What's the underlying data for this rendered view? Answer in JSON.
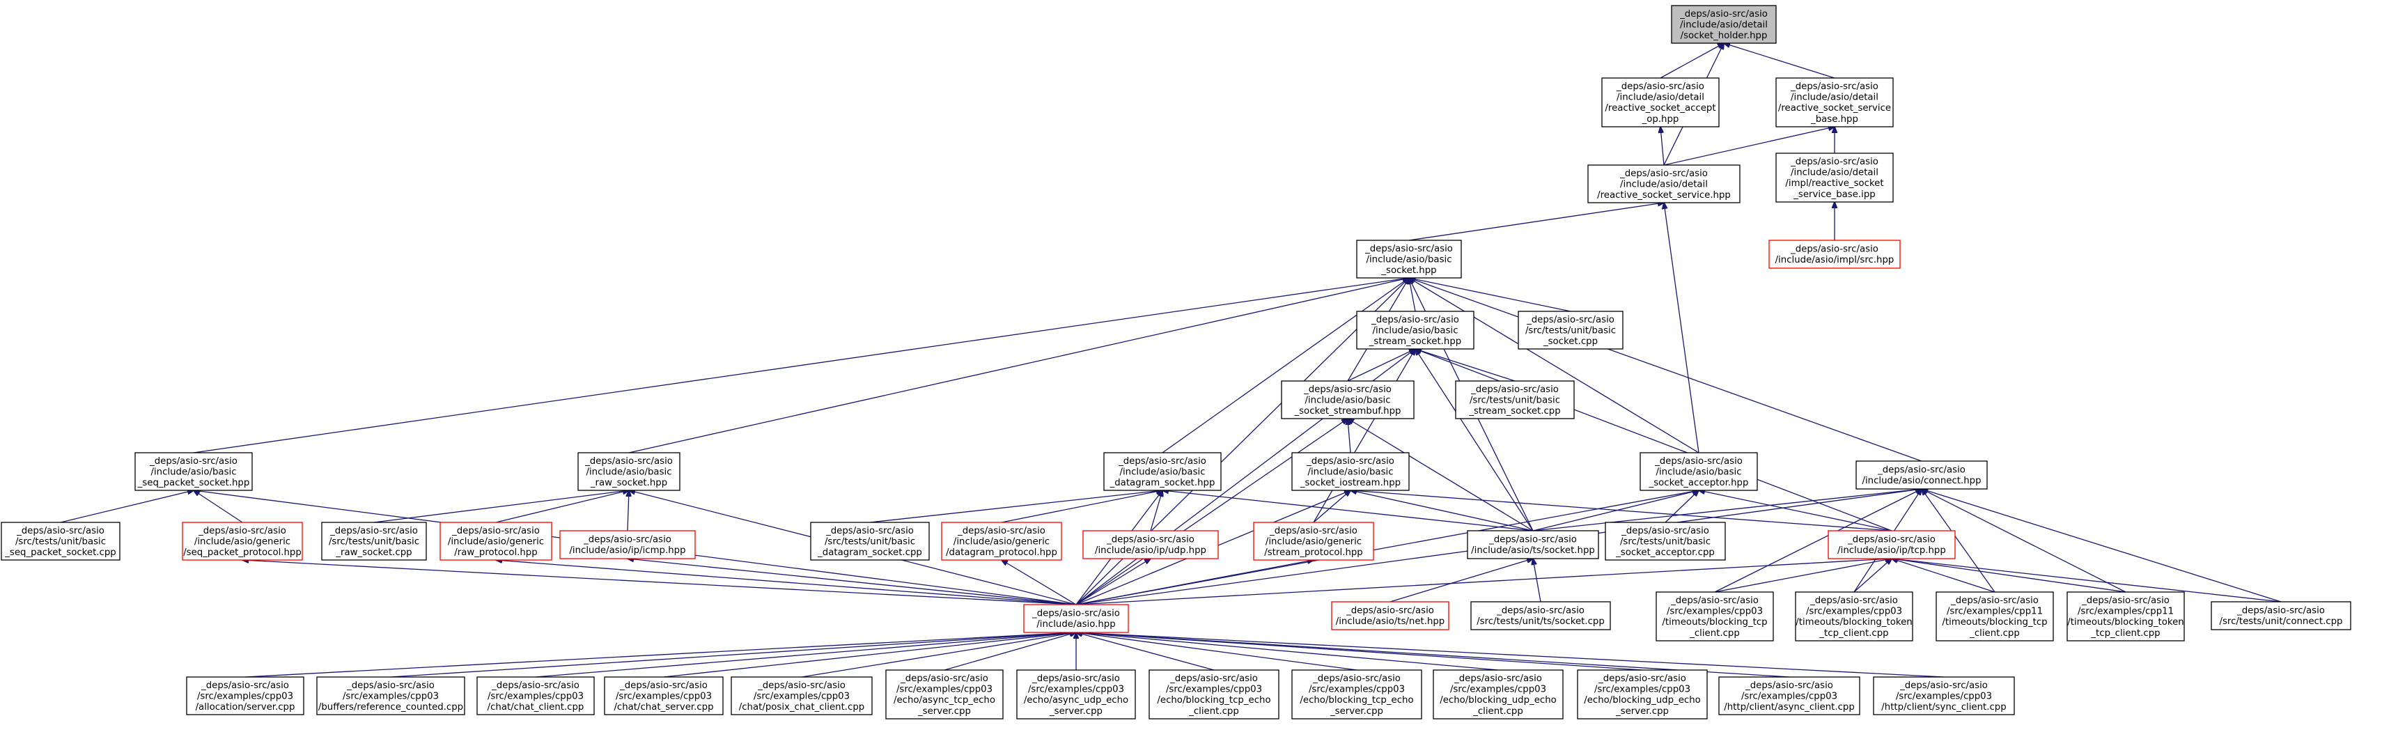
{
  "title": "",
  "colors": {
    "edge": "#191970",
    "node_border": "#000000",
    "truncated_border": "#ff0000",
    "root_fill": "#bfbfbf",
    "background": "#ffffff"
  },
  "nodes": {
    "socket_holder": {
      "lines": [
        "_deps/asio-src/asio",
        "/include/asio/detail",
        "/socket_holder.hpp"
      ],
      "style": "root"
    },
    "reactive_socket_accept_op": {
      "lines": [
        "_deps/asio-src/asio",
        "/include/asio/detail",
        "/reactive_socket_accept",
        "_op.hpp"
      ],
      "style": "normal"
    },
    "reactive_socket_service_base": {
      "lines": [
        "_deps/asio-src/asio",
        "/include/asio/detail",
        "/reactive_socket_service",
        "_base.hpp"
      ],
      "style": "normal"
    },
    "reactive_socket_service": {
      "lines": [
        "_deps/asio-src/asio",
        "/include/asio/detail",
        "/reactive_socket_service.hpp"
      ],
      "style": "normal"
    },
    "impl_reactive_socket_service_base": {
      "lines": [
        "_deps/asio-src/asio",
        "/include/asio/detail",
        "/impl/reactive_socket",
        "_service_base.ipp"
      ],
      "style": "normal"
    },
    "impl_src": {
      "lines": [
        "_deps/asio-src/asio",
        "/include/asio/impl/src.hpp"
      ],
      "style": "truncated"
    },
    "basic_socket": {
      "lines": [
        "_deps/asio-src/asio",
        "/include/asio/basic",
        "_socket.hpp"
      ],
      "style": "normal"
    },
    "basic_stream_socket": {
      "lines": [
        "_deps/asio-src/asio",
        "/include/asio/basic",
        "_stream_socket.hpp"
      ],
      "style": "normal"
    },
    "tests_basic_socket": {
      "lines": [
        "_deps/asio-src/asio",
        "/src/tests/unit/basic",
        "_socket.cpp"
      ],
      "style": "normal"
    },
    "basic_socket_streambuf": {
      "lines": [
        "_deps/asio-src/asio",
        "/include/asio/basic",
        "_socket_streambuf.hpp"
      ],
      "style": "normal"
    },
    "tests_basic_stream_socket": {
      "lines": [
        "_deps/asio-src/asio",
        "/src/tests/unit/basic",
        "_stream_socket.cpp"
      ],
      "style": "normal"
    },
    "basic_seq_packet_socket": {
      "lines": [
        "_deps/asio-src/asio",
        "/include/asio/basic",
        "_seq_packet_socket.hpp"
      ],
      "style": "normal"
    },
    "basic_raw_socket": {
      "lines": [
        "_deps/asio-src/asio",
        "/include/asio/basic",
        "_raw_socket.hpp"
      ],
      "style": "normal"
    },
    "basic_datagram_socket": {
      "lines": [
        "_deps/asio-src/asio",
        "/include/asio/basic",
        "_datagram_socket.hpp"
      ],
      "style": "normal"
    },
    "basic_socket_iostream": {
      "lines": [
        "_deps/asio-src/asio",
        "/include/asio/basic",
        "_socket_iostream.hpp"
      ],
      "style": "normal"
    },
    "basic_socket_acceptor": {
      "lines": [
        "_deps/asio-src/asio",
        "/include/asio/basic",
        "_socket_acceptor.hpp"
      ],
      "style": "normal"
    },
    "connect": {
      "lines": [
        "_deps/asio-src/asio",
        "/include/asio/connect.hpp"
      ],
      "style": "normal"
    },
    "tests_basic_seq_packet_socket": {
      "lines": [
        "_deps/asio-src/asio",
        "/src/tests/unit/basic",
        "_seq_packet_socket.cpp"
      ],
      "style": "normal"
    },
    "generic_seq_packet_protocol": {
      "lines": [
        "_deps/asio-src/asio",
        "/include/asio/generic",
        "/seq_packet_protocol.hpp"
      ],
      "style": "truncated"
    },
    "tests_basic_raw_socket": {
      "lines": [
        "_deps/asio-src/asio",
        "/src/tests/unit/basic",
        "_raw_socket.cpp"
      ],
      "style": "normal"
    },
    "generic_raw_protocol": {
      "lines": [
        "_deps/asio-src/asio",
        "/include/asio/generic",
        "/raw_protocol.hpp"
      ],
      "style": "truncated"
    },
    "ip_icmp": {
      "lines": [
        "_deps/asio-src/asio",
        "/include/asio/ip/icmp.hpp"
      ],
      "style": "truncated"
    },
    "tests_basic_datagram_socket": {
      "lines": [
        "_deps/asio-src/asio",
        "/src/tests/unit/basic",
        "_datagram_socket.cpp"
      ],
      "style": "normal"
    },
    "generic_datagram_protocol": {
      "lines": [
        "_deps/asio-src/asio",
        "/include/asio/generic",
        "/datagram_protocol.hpp"
      ],
      "style": "truncated"
    },
    "ip_udp": {
      "lines": [
        "_deps/asio-src/asio",
        "/include/asio/ip/udp.hpp"
      ],
      "style": "truncated"
    },
    "generic_stream_protocol": {
      "lines": [
        "_deps/asio-src/asio",
        "/include/asio/generic",
        "/stream_protocol.hpp"
      ],
      "style": "truncated"
    },
    "ts_socket": {
      "lines": [
        "_deps/asio-src/asio",
        "/include/asio/ts/socket.hpp"
      ],
      "style": "normal"
    },
    "tests_basic_socket_acceptor": {
      "lines": [
        "_deps/asio-src/asio",
        "/src/tests/unit/basic",
        "_socket_acceptor.cpp"
      ],
      "style": "normal"
    },
    "ip_tcp": {
      "lines": [
        "_deps/asio-src/asio",
        "/include/asio/ip/tcp.hpp"
      ],
      "style": "truncated"
    },
    "asio": {
      "lines": [
        "_deps/asio-src/asio",
        "/include/asio.hpp"
      ],
      "style": "truncated"
    },
    "ts_net": {
      "lines": [
        "_deps/asio-src/asio",
        "/include/asio/ts/net.hpp"
      ],
      "style": "truncated"
    },
    "tests_ts_socket": {
      "lines": [
        "_deps/asio-src/asio",
        "/src/tests/unit/ts/socket.cpp"
      ],
      "style": "normal"
    },
    "cpp03_timeouts_blocking_tcp_client": {
      "lines": [
        "_deps/asio-src/asio",
        "/src/examples/cpp03",
        "/timeouts/blocking_tcp",
        "_client.cpp"
      ],
      "style": "normal"
    },
    "cpp03_timeouts_blocking_token_tcp_client": {
      "lines": [
        "_deps/asio-src/asio",
        "/src/examples/cpp03",
        "/timeouts/blocking_token",
        "_tcp_client.cpp"
      ],
      "style": "normal"
    },
    "cpp11_timeouts_blocking_tcp_client": {
      "lines": [
        "_deps/asio-src/asio",
        "/src/examples/cpp11",
        "/timeouts/blocking_tcp",
        "_client.cpp"
      ],
      "style": "normal"
    },
    "cpp11_timeouts_blocking_token_tcp_client": {
      "lines": [
        "_deps/asio-src/asio",
        "/src/examples/cpp11",
        "/timeouts/blocking_token",
        "_tcp_client.cpp"
      ],
      "style": "normal"
    },
    "tests_connect": {
      "lines": [
        "_deps/asio-src/asio",
        "/src/tests/unit/connect.cpp"
      ],
      "style": "normal"
    },
    "allocation_server": {
      "lines": [
        "_deps/asio-src/asio",
        "/src/examples/cpp03",
        "/allocation/server.cpp"
      ],
      "style": "normal"
    },
    "buffers_reference_counted": {
      "lines": [
        "_deps/asio-src/asio",
        "/src/examples/cpp03",
        "/buffers/reference_counted.cpp"
      ],
      "style": "normal"
    },
    "chat_client": {
      "lines": [
        "_deps/asio-src/asio",
        "/src/examples/cpp03",
        "/chat/chat_client.cpp"
      ],
      "style": "normal"
    },
    "chat_server": {
      "lines": [
        "_deps/asio-src/asio",
        "/src/examples/cpp03",
        "/chat/chat_server.cpp"
      ],
      "style": "normal"
    },
    "posix_chat_client": {
      "lines": [
        "_deps/asio-src/asio",
        "/src/examples/cpp03",
        "/chat/posix_chat_client.cpp"
      ],
      "style": "normal"
    },
    "echo_async_tcp_echo_server": {
      "lines": [
        "_deps/asio-src/asio",
        "/src/examples/cpp03",
        "/echo/async_tcp_echo",
        "_server.cpp"
      ],
      "style": "normal"
    },
    "echo_async_udp_echo_server": {
      "lines": [
        "_deps/asio-src/asio",
        "/src/examples/cpp03",
        "/echo/async_udp_echo",
        "_server.cpp"
      ],
      "style": "normal"
    },
    "echo_blocking_tcp_echo_client": {
      "lines": [
        "_deps/asio-src/asio",
        "/src/examples/cpp03",
        "/echo/blocking_tcp_echo",
        "_client.cpp"
      ],
      "style": "normal"
    },
    "echo_blocking_tcp_echo_server": {
      "lines": [
        "_deps/asio-src/asio",
        "/src/examples/cpp03",
        "/echo/blocking_tcp_echo",
        "_server.cpp"
      ],
      "style": "normal"
    },
    "echo_blocking_udp_echo_client": {
      "lines": [
        "_deps/asio-src/asio",
        "/src/examples/cpp03",
        "/echo/blocking_udp_echo",
        "_client.cpp"
      ],
      "style": "normal"
    },
    "echo_blocking_udp_echo_server": {
      "lines": [
        "_deps/asio-src/asio",
        "/src/examples/cpp03",
        "/echo/blocking_udp_echo",
        "_server.cpp"
      ],
      "style": "normal"
    },
    "http_client_async_client": {
      "lines": [
        "_deps/asio-src/asio",
        "/src/examples/cpp03",
        "/http/client/async_client.cpp"
      ],
      "style": "normal"
    },
    "http_client_sync_client": {
      "lines": [
        "_deps/asio-src/asio",
        "/src/examples/cpp03",
        "/http/client/sync_client.cpp"
      ],
      "style": "normal"
    }
  },
  "edges": [
    [
      "reactive_socket_accept_op",
      "socket_holder"
    ],
    [
      "reactive_socket_service",
      "socket_holder"
    ],
    [
      "reactive_socket_service_base",
      "socket_holder"
    ],
    [
      "reactive_socket_service",
      "reactive_socket_accept_op"
    ],
    [
      "reactive_socket_service",
      "reactive_socket_service_base"
    ],
    [
      "impl_reactive_socket_service_base",
      "reactive_socket_service_base"
    ],
    [
      "impl_src",
      "impl_reactive_socket_service_base"
    ],
    [
      "basic_socket",
      "reactive_socket_service"
    ],
    [
      "basic_socket_acceptor",
      "reactive_socket_service"
    ],
    [
      "basic_stream_socket",
      "basic_socket"
    ],
    [
      "tests_basic_socket",
      "basic_socket"
    ],
    [
      "basic_socket_streambuf",
      "basic_socket"
    ],
    [
      "basic_seq_packet_socket",
      "basic_socket"
    ],
    [
      "basic_raw_socket",
      "basic_socket"
    ],
    [
      "basic_datagram_socket",
      "basic_socket"
    ],
    [
      "basic_socket_acceptor",
      "basic_socket"
    ],
    [
      "connect",
      "basic_socket"
    ],
    [
      "ts_socket",
      "basic_socket"
    ],
    [
      "asio",
      "basic_socket"
    ],
    [
      "basic_socket_streambuf",
      "basic_stream_socket"
    ],
    [
      "tests_basic_stream_socket",
      "basic_stream_socket"
    ],
    [
      "generic_stream_protocol",
      "basic_stream_socket"
    ],
    [
      "ts_socket",
      "basic_stream_socket"
    ],
    [
      "ip_tcp",
      "basic_stream_socket"
    ],
    [
      "asio",
      "basic_stream_socket"
    ],
    [
      "basic_socket_iostream",
      "basic_socket_streambuf"
    ],
    [
      "ts_socket",
      "basic_socket_streambuf"
    ],
    [
      "asio",
      "basic_socket_streambuf"
    ],
    [
      "tests_basic_seq_packet_socket",
      "basic_seq_packet_socket"
    ],
    [
      "generic_seq_packet_protocol",
      "basic_seq_packet_socket"
    ],
    [
      "asio",
      "basic_seq_packet_socket"
    ],
    [
      "tests_basic_raw_socket",
      "basic_raw_socket"
    ],
    [
      "generic_raw_protocol",
      "basic_raw_socket"
    ],
    [
      "ip_icmp",
      "basic_raw_socket"
    ],
    [
      "asio",
      "basic_raw_socket"
    ],
    [
      "tests_basic_datagram_socket",
      "basic_datagram_socket"
    ],
    [
      "generic_datagram_protocol",
      "basic_datagram_socket"
    ],
    [
      "ip_udp",
      "basic_datagram_socket"
    ],
    [
      "ts_socket",
      "basic_datagram_socket"
    ],
    [
      "asio",
      "basic_datagram_socket"
    ],
    [
      "generic_stream_protocol",
      "basic_socket_iostream"
    ],
    [
      "ts_socket",
      "basic_socket_iostream"
    ],
    [
      "ip_tcp",
      "basic_socket_iostream"
    ],
    [
      "asio",
      "basic_socket_iostream"
    ],
    [
      "ts_socket",
      "basic_socket_acceptor"
    ],
    [
      "tests_basic_socket_acceptor",
      "basic_socket_acceptor"
    ],
    [
      "ip_tcp",
      "basic_socket_acceptor"
    ],
    [
      "asio",
      "basic_socket_acceptor"
    ],
    [
      "ts_socket",
      "connect"
    ],
    [
      "asio",
      "connect"
    ],
    [
      "cpp03_timeouts_blocking_tcp_client",
      "connect"
    ],
    [
      "cpp03_timeouts_blocking_token_tcp_client",
      "connect"
    ],
    [
      "cpp11_timeouts_blocking_tcp_client",
      "connect"
    ],
    [
      "cpp11_timeouts_blocking_token_tcp_client",
      "connect"
    ],
    [
      "tests_connect",
      "connect"
    ],
    [
      "asio",
      "generic_seq_packet_protocol"
    ],
    [
      "asio",
      "generic_raw_protocol"
    ],
    [
      "asio",
      "ip_icmp"
    ],
    [
      "asio",
      "generic_datagram_protocol"
    ],
    [
      "asio",
      "ip_udp"
    ],
    [
      "asio",
      "generic_stream_protocol"
    ],
    [
      "asio",
      "ip_tcp"
    ],
    [
      "ts_net",
      "ts_socket"
    ],
    [
      "tests_ts_socket",
      "ts_socket"
    ],
    [
      "cpp03_timeouts_blocking_tcp_client",
      "ip_tcp"
    ],
    [
      "cpp03_timeouts_blocking_token_tcp_client",
      "ip_tcp"
    ],
    [
      "cpp11_timeouts_blocking_tcp_client",
      "ip_tcp"
    ],
    [
      "cpp11_timeouts_blocking_token_tcp_client",
      "ip_tcp"
    ],
    [
      "tests_connect",
      "ip_tcp"
    ],
    [
      "allocation_server",
      "asio"
    ],
    [
      "buffers_reference_counted",
      "asio"
    ],
    [
      "chat_client",
      "asio"
    ],
    [
      "chat_server",
      "asio"
    ],
    [
      "posix_chat_client",
      "asio"
    ],
    [
      "echo_async_tcp_echo_server",
      "asio"
    ],
    [
      "echo_async_udp_echo_server",
      "asio"
    ],
    [
      "echo_blocking_tcp_echo_client",
      "asio"
    ],
    [
      "echo_blocking_tcp_echo_server",
      "asio"
    ],
    [
      "echo_blocking_udp_echo_client",
      "asio"
    ],
    [
      "echo_blocking_udp_echo_server",
      "asio"
    ],
    [
      "http_client_async_client",
      "asio"
    ],
    [
      "http_client_sync_client",
      "asio"
    ]
  ]
}
